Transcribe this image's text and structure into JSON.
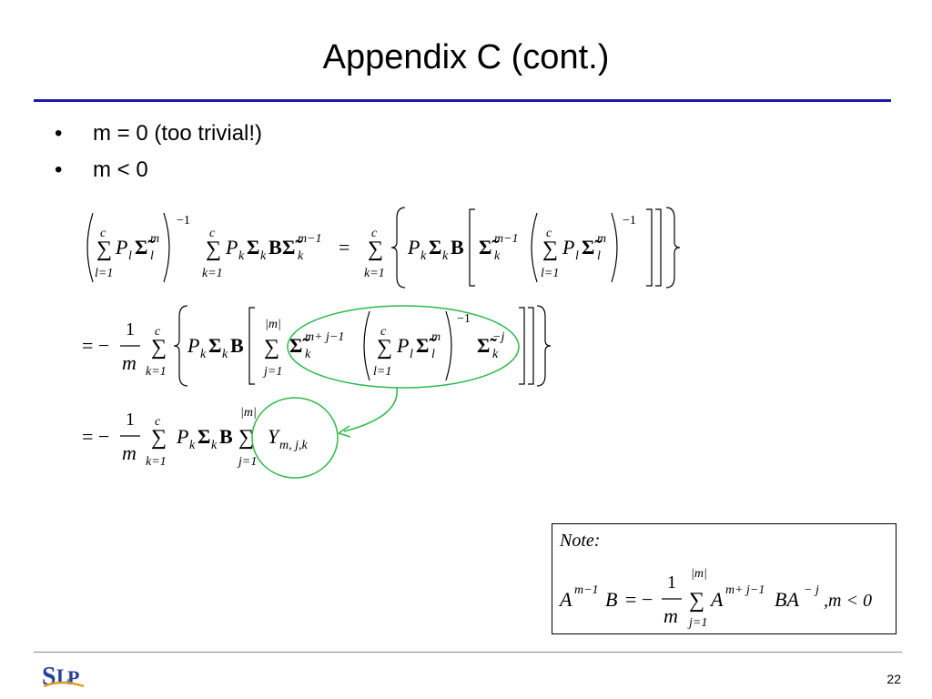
{
  "slide": {
    "title": "Appendix C (cont.)",
    "bullets": [
      {
        "marker": "•",
        "text": "m = 0 (too trivial!)"
      },
      {
        "marker": "•",
        "text": "m < 0"
      }
    ],
    "page_number": "22",
    "logo_text": "SLP"
  },
  "colors": {
    "title_rule": "#1a1aa6",
    "annotation": "#2db84a",
    "logo_blue": "#2a3f9a",
    "logo_gold": "#d8a12a"
  },
  "equations": {
    "sum_upper": "c",
    "sum_lower_l": "l=1",
    "sum_lower_k": "k=1",
    "sum_lower_j": "j=1",
    "sum_upper_m": "|m|",
    "exp_neg1": "−1",
    "line1_exp_m": "m",
    "line1_exp_m1": "m−1",
    "line1_eq": "=",
    "line2_prefix": "= −",
    "frac_num": "1",
    "frac_den": "m",
    "line2_exp_mj1": "m+ j−1",
    "line2_exp_negj": "−j",
    "line3_prefix": "= −",
    "line3_Y_sub": "m, j,k"
  },
  "note": {
    "label": "Note:",
    "lhs_exp": "m−1",
    "rhs_exp1": "m+ j−1",
    "rhs_exp2": "− j",
    "condition": ",m < 0",
    "sum_upper": "|m|",
    "sum_lower": "j=1",
    "frac_num": "1",
    "frac_den": "m"
  }
}
